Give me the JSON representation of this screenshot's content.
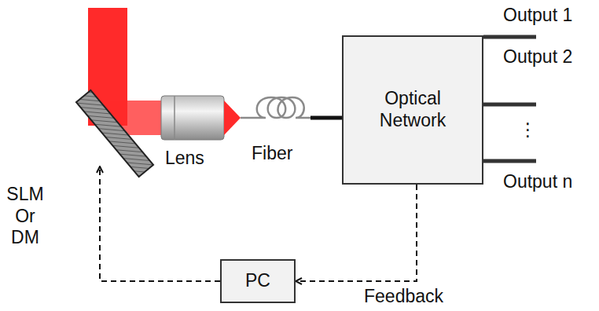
{
  "diagram": {
    "nodes": [
      {
        "text": [
          "SLM Or DM"
        ]
      },
      {
        "text": [
          "Optical Network"
        ]
      },
      {
        "text": [
          "PC"
        ]
      }
    ],
    "edges": [
      {
        "from": 1,
        "to": 2,
        "arrow": "to",
        "label": "Feedback"
      },
      {
        "from": 2,
        "to": 0,
        "arrow": "to"
      }
    ],
    "labels": [
      "Lens",
      "Fiber",
      "Output 1",
      "Output 2",
      "⋮",
      "Output n"
    ]
  }
}
